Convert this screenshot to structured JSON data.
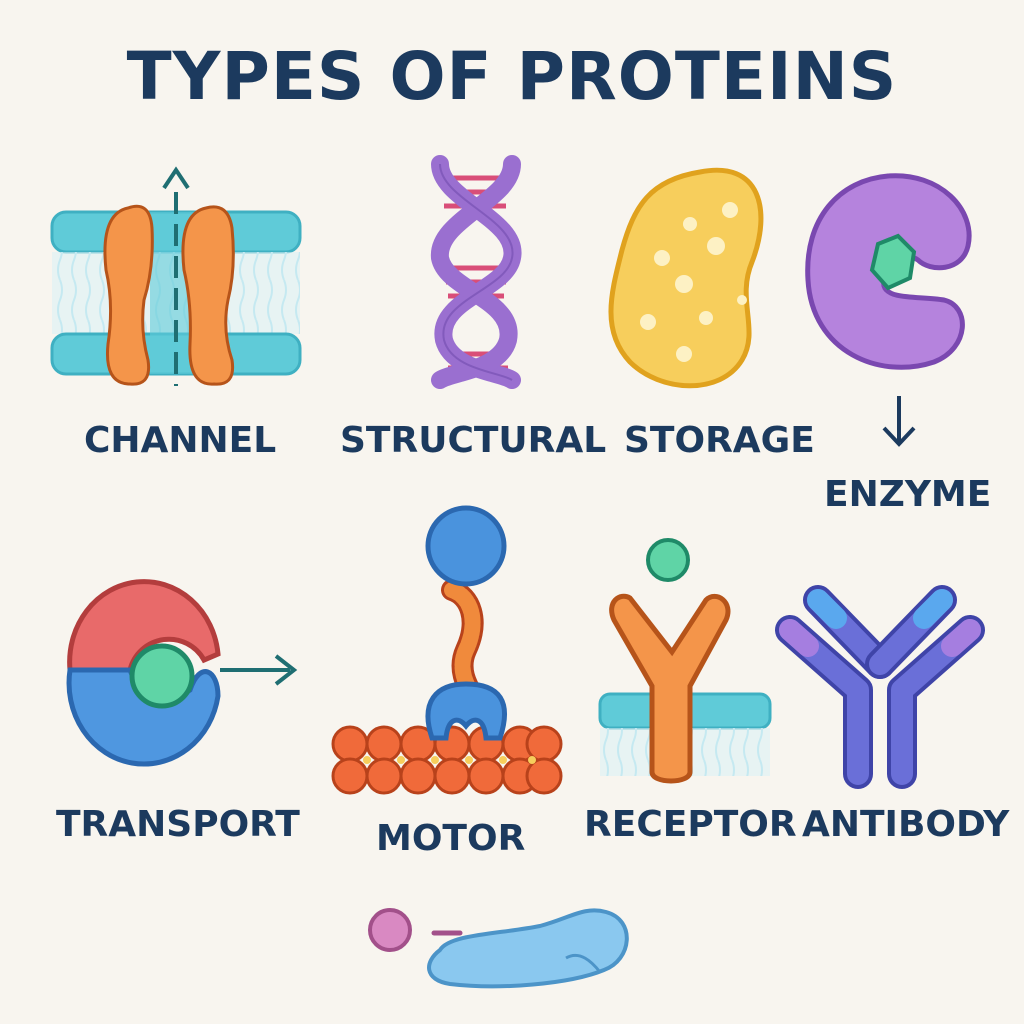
{
  "title": "TYPES OF PROTEINS",
  "labels": {
    "channel": "CHANNEL",
    "structural": "STRUCTURAL",
    "storage": "STORAGE",
    "enzyme": "ENZYME",
    "transport": "TRANSPORT",
    "motor": "MOTOR",
    "receptor": "RECEPTOR",
    "antibody": "ANTIBODY"
  },
  "colors": {
    "title_text": "#1c3a5e",
    "background": "#f8f5ef",
    "membrane": "#5fcbd8",
    "channel_protein": "#f4954a",
    "dna_strand": "#9a6fd0",
    "dna_rungs": "#d94e78",
    "storage_protein": "#f7ce5c",
    "enzyme": "#b583dd",
    "substrate": "#5fd4a6",
    "transport_top": "#e86a6a",
    "transport_bottom": "#4f97e0",
    "motor_head": "#4a93dd",
    "motor_neck": "#f08a3c",
    "actin": "#f06a3a",
    "receptor": "#f4954a",
    "antibody": "#6a6fd8",
    "loose_protein": "#8ac8ef",
    "ligand_pink": "#d989c2"
  }
}
